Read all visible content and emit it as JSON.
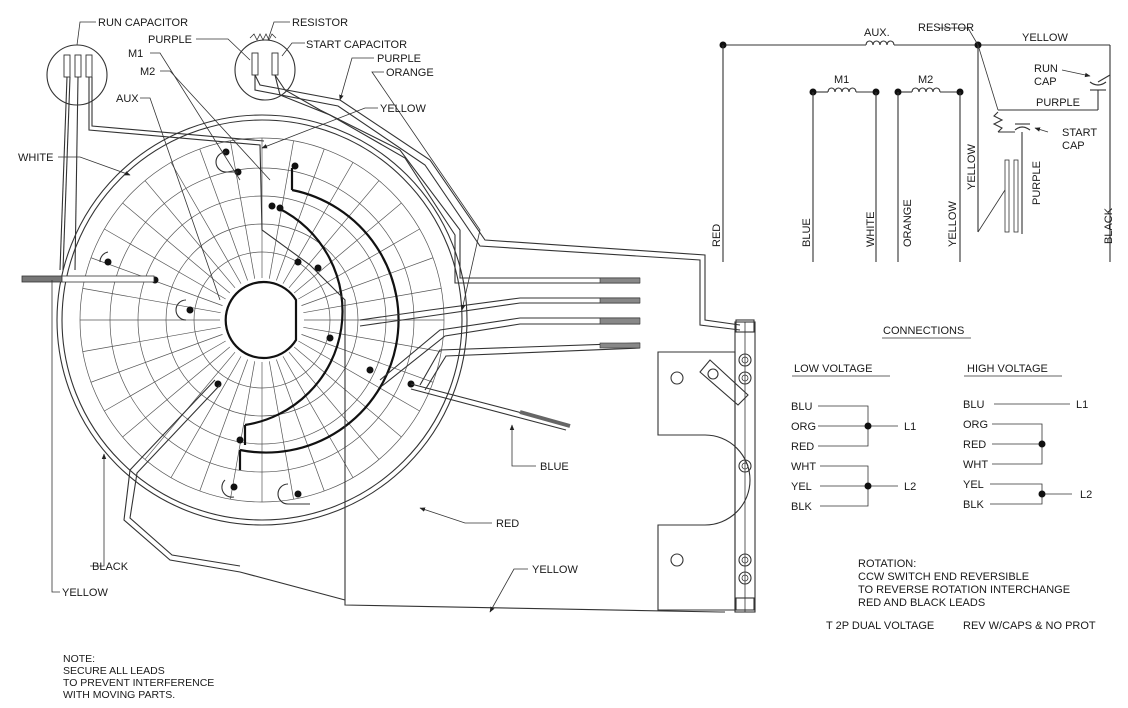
{
  "motor_labels": {
    "run_capacitor": "RUN CAPACITOR",
    "resistor": "RESISTOR",
    "purple_1": "PURPLE",
    "start_capacitor": "START CAPACITOR",
    "m1": "M1",
    "purple_2": "PURPLE",
    "m2": "M2",
    "orange": "ORANGE",
    "aux": "AUX",
    "yellow_top": "YELLOW",
    "white": "WHITE",
    "blue": "BLUE",
    "red": "RED",
    "black": "BLACK",
    "yellow_left": "YELLOW",
    "yellow_bottom": "YELLOW"
  },
  "schematic": {
    "aux": "AUX.",
    "resistor": "RESISTOR",
    "yellow_top": "YELLOW",
    "m1": "M1",
    "m2": "M2",
    "run_cap_1": "RUN",
    "run_cap_2": "CAP",
    "purple_h": "PURPLE",
    "start_cap_1": "START",
    "start_cap_2": "CAP",
    "v_yellow_1": "YELLOW",
    "v_purple": "PURPLE",
    "v_red": "RED",
    "v_blue": "BLUE",
    "v_white": "WHITE",
    "v_orange": "ORANGE",
    "v_yellow_2": "YELLOW",
    "v_black": "BLACK"
  },
  "connections": {
    "title": "CONNECTIONS",
    "low_voltage": {
      "title": "LOW VOLTAGE",
      "leads": [
        "BLU",
        "ORG",
        "RED",
        "WHT",
        "YEL",
        "BLK"
      ],
      "l1": "L1",
      "l2": "L2"
    },
    "high_voltage": {
      "title": "HIGH VOLTAGE",
      "leads": [
        "BLU",
        "ORG",
        "RED",
        "WHT",
        "YEL",
        "BLK"
      ],
      "l1": "L1",
      "l2": "L2"
    }
  },
  "rotation": {
    "line1": "ROTATION:",
    "line2": "CCW SWITCH END REVERSIBLE",
    "line3": "TO REVERSE ROTATION INTERCHANGE",
    "line4": "RED AND BLACK LEADS"
  },
  "motor_spec": {
    "left": "T 2P DUAL VOLTAGE",
    "right": "REV W/CAPS &  NO PROT"
  },
  "note": {
    "line1": "NOTE:",
    "line2": "SECURE ALL LEADS",
    "line3": "TO PREVENT INTERFERENCE",
    "line4": "WITH MOVING PARTS."
  }
}
